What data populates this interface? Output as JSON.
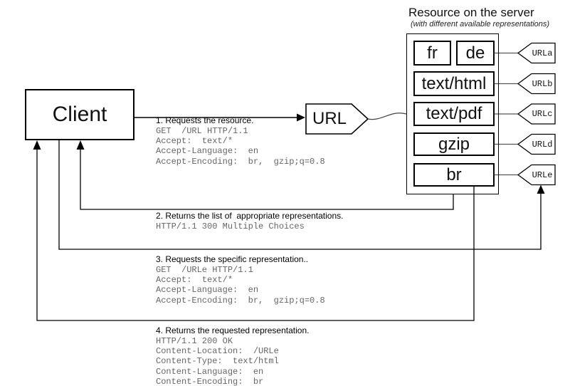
{
  "diagram": {
    "client": {
      "label": "Client"
    },
    "request_target": {
      "label": "URL"
    },
    "server": {
      "title": "Resource on the server",
      "subtitle": "(with different available representations)",
      "representations": [
        "fr",
        "de",
        "text/html",
        "text/pdf",
        "gzip",
        "br"
      ]
    },
    "url_tags": [
      "URLa",
      "URLb",
      "URLc",
      "URLd",
      "URLe"
    ],
    "steps": [
      {
        "label": "1. Requests the resource.",
        "lines": [
          "GET  /URL HTTP/1.1",
          "Accept:  text/*",
          "Accept-Language:  en",
          "Accept-Encoding:  br,  gzip;q=0.8"
        ]
      },
      {
        "label": "2. Returns the list of  appropriate representations.",
        "lines": [
          "HTTP/1.1 300 Multiple Choices"
        ]
      },
      {
        "label": "3. Requests the specific representation..",
        "lines": [
          "GET  /URLe HTTP/1.1",
          "Accept:  text/*",
          "Accept-Language:  en",
          "Accept-Encoding:  br,  gzip;q=0.8"
        ]
      },
      {
        "label": "4. Returns the requested representation.",
        "lines": [
          "HTTP/1.1 200 OK",
          "Content-Location:  /URLe",
          "Content-Type:  text/html",
          "Content-Language:  en",
          "Content-Encoding:  br"
        ]
      }
    ],
    "colors": {
      "line": "#000000",
      "code_text": "#666666",
      "label_text": "#000000"
    }
  }
}
